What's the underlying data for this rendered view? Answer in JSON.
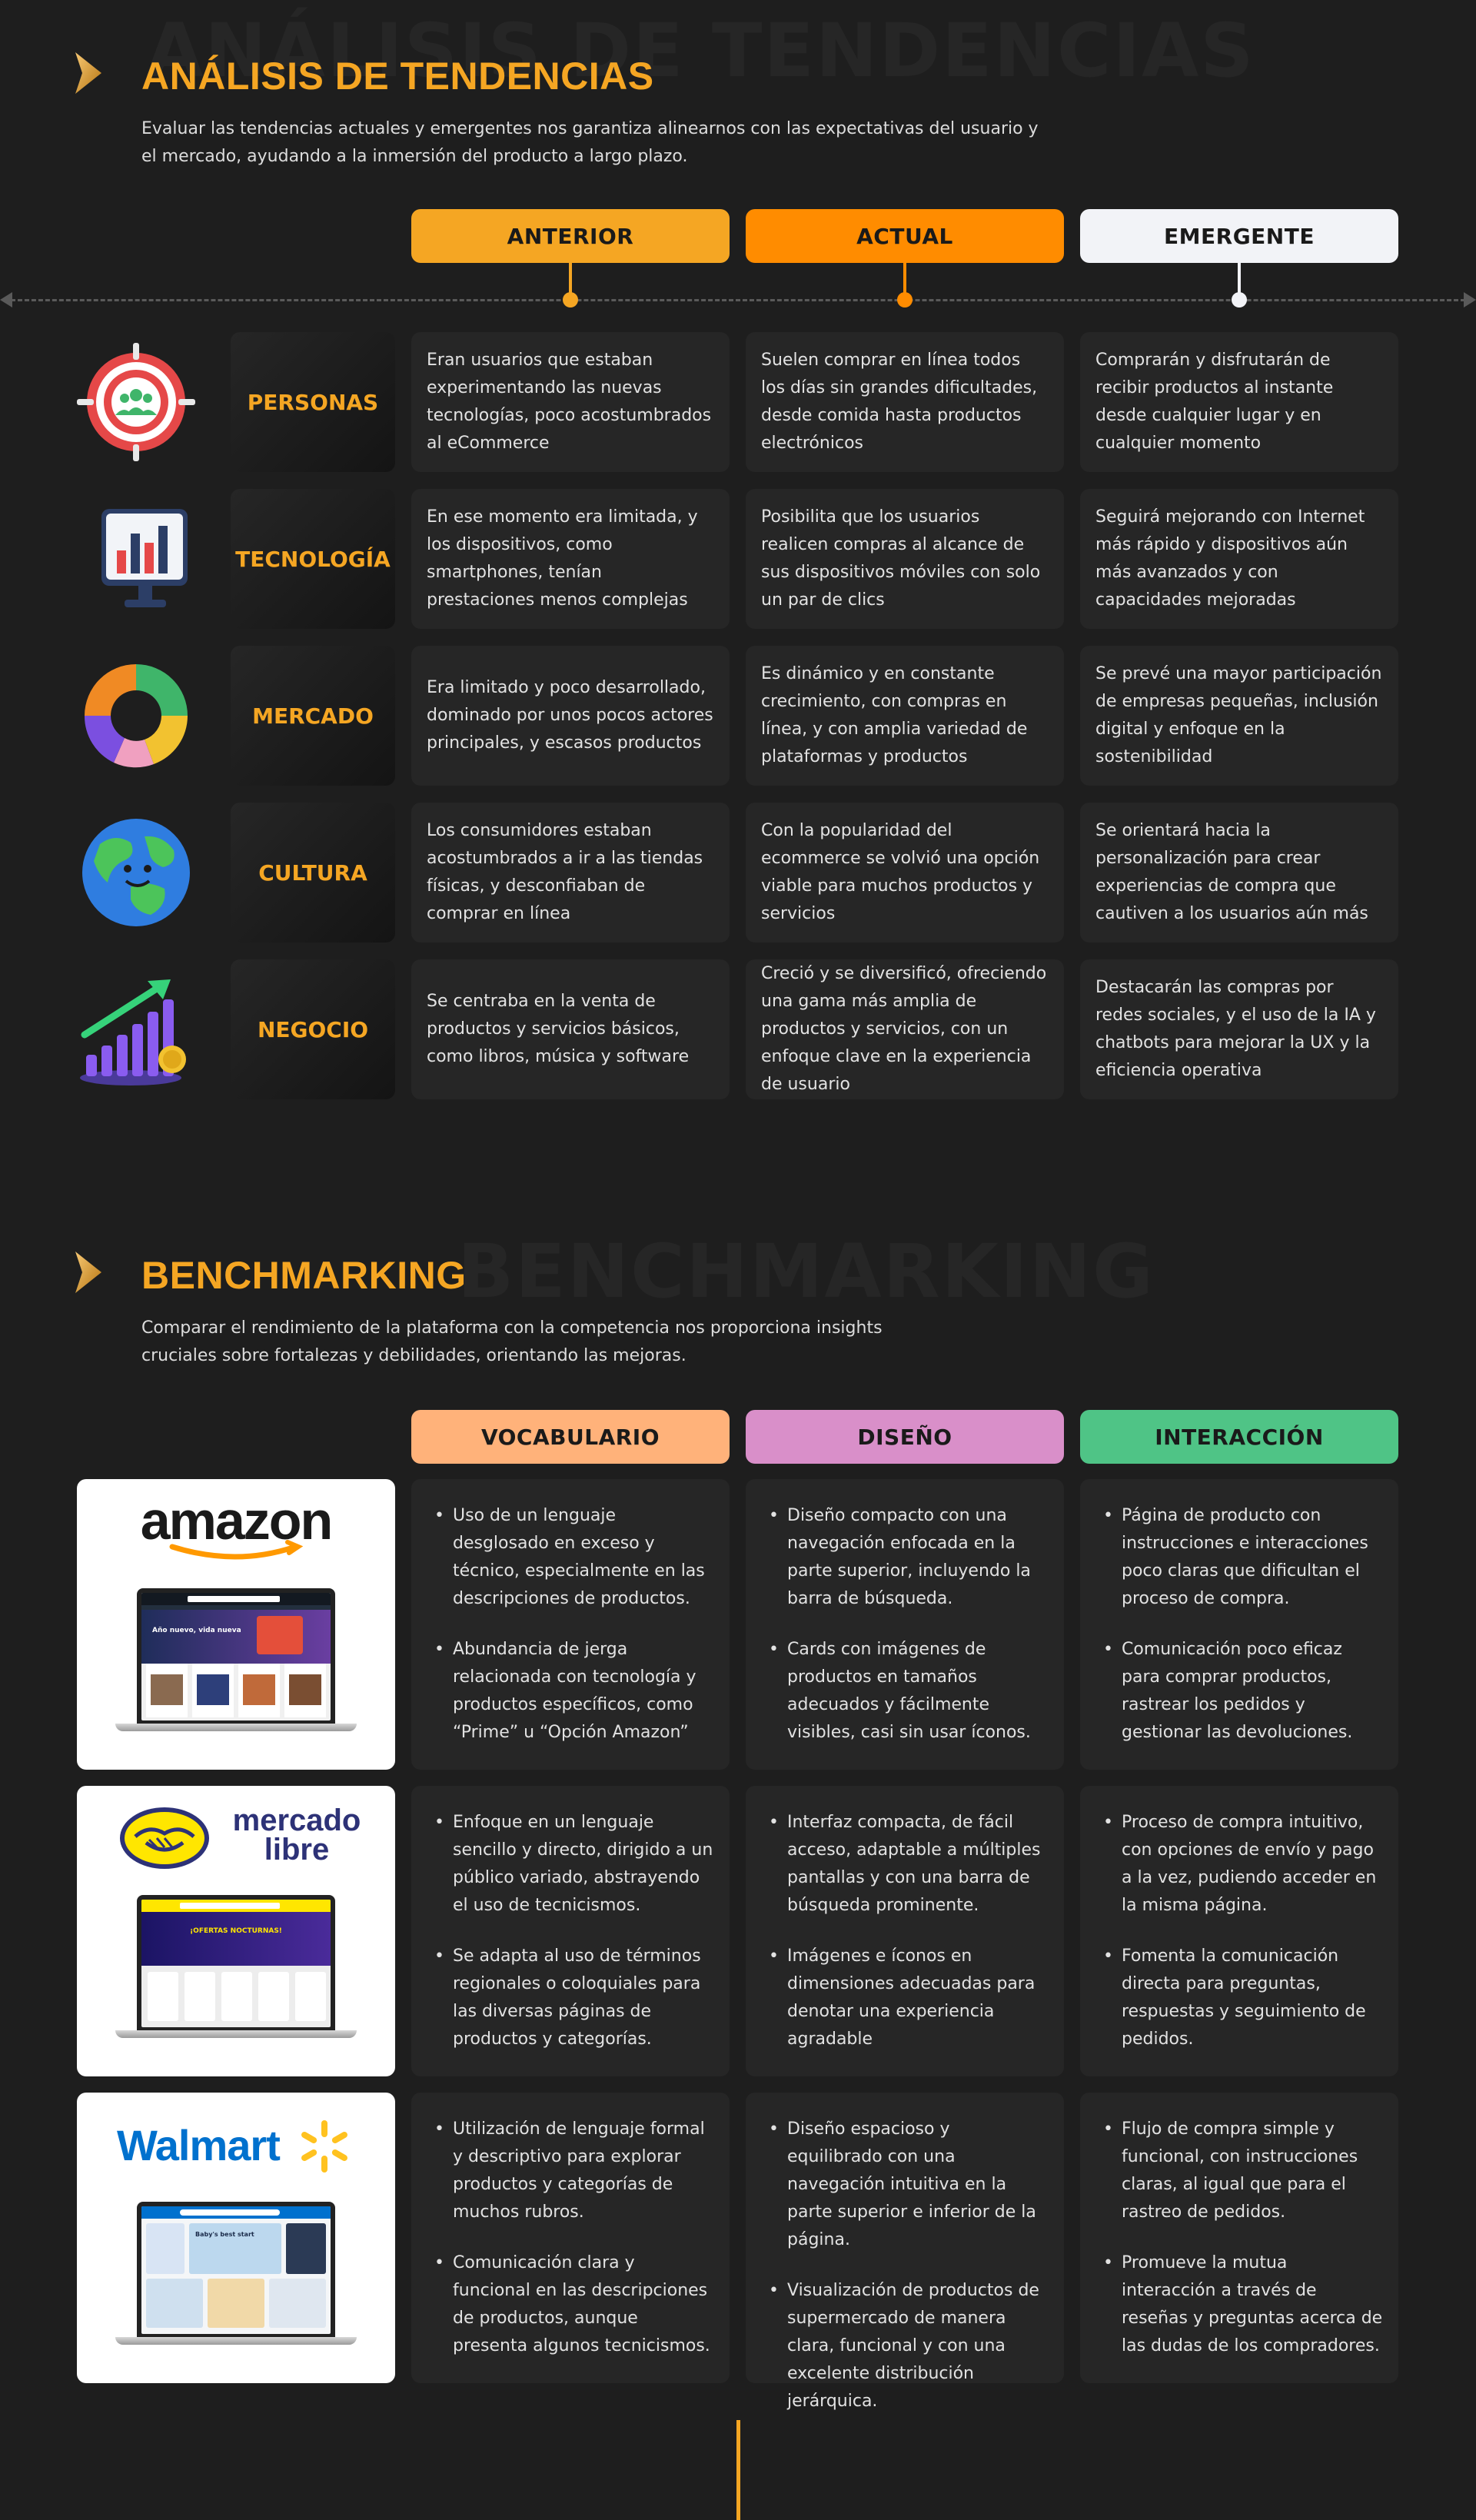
{
  "trends": {
    "watermark": "ANÁLISIS DE TENDENCIAS",
    "title": "ANÁLISIS DE TENDENCIAS",
    "description": "Evaluar las tendencias actuales y emergentes nos garantiza alinearnos con las expectativas del usuario y el mercado, ayudando a la inmersión del producto a largo plazo.",
    "columns": [
      {
        "label": "ANTERIOR",
        "color": "#f5a623"
      },
      {
        "label": "ACTUAL",
        "color": "#ff8c00"
      },
      {
        "label": "EMERGENTE",
        "color": "#f2f3f7"
      }
    ],
    "rows": [
      {
        "label": "PERSONAS",
        "icon": "target-people-icon",
        "cells": [
          "Eran usuarios que estaban experimentando las nuevas tecnologías, poco acostumbrados al eCommerce",
          "Suelen comprar en línea todos los días sin grandes dificultades, desde comida hasta productos electrónicos",
          "Comprarán y disfrutarán de recibir productos al instante desde cualquier lugar y en cualquier momento"
        ]
      },
      {
        "label": "TECNOLOGÍA",
        "icon": "monitor-chart-icon",
        "cells": [
          "En ese momento era limitada, y los dispositivos, como smartphones, tenían prestaciones menos complejas",
          "Posibilita que los usuarios realicen compras al alcance de sus dispositivos móviles con solo un par de clics",
          "Seguirá mejorando con Internet más rápido y dispositivos aún más avanzados y con capacidades mejoradas"
        ]
      },
      {
        "label": "MERCADO",
        "icon": "donut-chart-icon",
        "cells": [
          "Era limitado y poco desarrollado, dominado por unos pocos actores principales, y escasos productos",
          "Es dinámico y en constante crecimiento, con compras en línea, y con amplia variedad de plataformas y productos",
          "Se prevé una mayor participación de empresas pequeñas, inclusión digital y enfoque en la sostenibilidad"
        ]
      },
      {
        "label": "CULTURA",
        "icon": "globe-icon",
        "cells": [
          "Los consumidores estaban acostumbrados a ir a las tiendas físicas, y desconfiaban de comprar en línea",
          "Con la popularidad del ecommerce se volvió una opción viable para muchos productos y servicios",
          "Se orientará hacia la personalización para crear experiencias de compra que cautiven a los usuarios aún más"
        ]
      },
      {
        "label": "NEGOCIO",
        "icon": "growth-bars-icon",
        "cells": [
          "Se centraba en la venta de productos y servicios básicos, como libros, música y software",
          "Creció y se diversificó, ofreciendo una gama más amplia de productos y servicios, con un enfoque clave en la experiencia de usuario",
          "Destacarán las compras por redes sociales, y el uso de la IA y chatbots para mejorar la UX y la eficiencia operativa"
        ]
      }
    ]
  },
  "benchmark": {
    "watermark": "BENCHMARKING",
    "title": "BENCHMARKING",
    "description": "Comparar el rendimiento de la plataforma con la competencia nos proporciona insights cruciales sobre fortalezas y debilidades, orientando las mejoras.",
    "columns": [
      {
        "label": "VOCABULARIO",
        "color": "#ffb27a"
      },
      {
        "label": "DISEÑO",
        "color": "#d98fc9"
      },
      {
        "label": "INTERACCIÓN",
        "color": "#4fc486"
      }
    ],
    "rows": [
      {
        "brand": "amazon",
        "screen_text": "Año nuevo, vida nueva",
        "cells": [
          [
            "Uso de un lenguaje desglosado en exceso y técnico, especialmente en las descripciones de productos.",
            "Abundancia de jerga relacionada con tecnología y productos específicos, como “Prime” u “Opción Amazon”"
          ],
          [
            "Diseño compacto con una navegación enfocada en la parte superior, incluyendo la barra de búsqueda.",
            "Cards con imágenes de productos en tamaños adecuados y fácilmente visibles, casi sin usar íconos."
          ],
          [
            "Página de producto con instrucciones e interacciones poco claras que dificultan el proceso de compra.",
            "Comunicación poco eficaz para comprar productos, rastrear los pedidos y gestionar las devoluciones."
          ]
        ]
      },
      {
        "brand": "mercado libre",
        "screen_text": "¡OFERTAS NOCTURNAS!",
        "cells": [
          [
            "Enfoque en un lenguaje sencillo y directo, dirigido a un público variado, abstrayendo el uso de tecnicismos.",
            "Se adapta al uso de términos regionales o coloquiales para las diversas páginas de productos y categorías."
          ],
          [
            "Interfaz compacta, de fácil acceso, adaptable a múltiples pantallas y con una barra de búsqueda prominente.",
            "Imágenes e íconos en dimensiones adecuadas para denotar una experiencia agradable"
          ],
          [
            "Proceso de compra intuitivo, con opciones de envío y pago a la vez, pudiendo acceder en la misma página.",
            "Fomenta la comunicación directa para preguntas, respuestas y seguimiento de pedidos."
          ]
        ]
      },
      {
        "brand": "Walmart",
        "screen_text": "Baby's best start",
        "cells": [
          [
            "Utilización de lenguaje formal y descriptivo para explorar productos y categorías de muchos rubros.",
            "Comunicación clara y funcional en las descripciones de productos, aunque presenta algunos tecnicismos."
          ],
          [
            "Diseño espacioso y equilibrado con una navegación intuitiva en la parte superior e inferior de la página.",
            "Visualización de productos de supermercado de manera clara, funcional y con una excelente distribución jerárquica."
          ],
          [
            "Flujo de compra simple y funcional, con instrucciones claras, al igual que para el rastreo de pedidos.",
            "Promueve la mutua interacción a través de reseñas y preguntas acerca de las dudas de los compradores."
          ]
        ]
      }
    ]
  },
  "colors": {
    "accent": "#f5a623",
    "background": "#1e1e1e",
    "card": "#262626"
  }
}
